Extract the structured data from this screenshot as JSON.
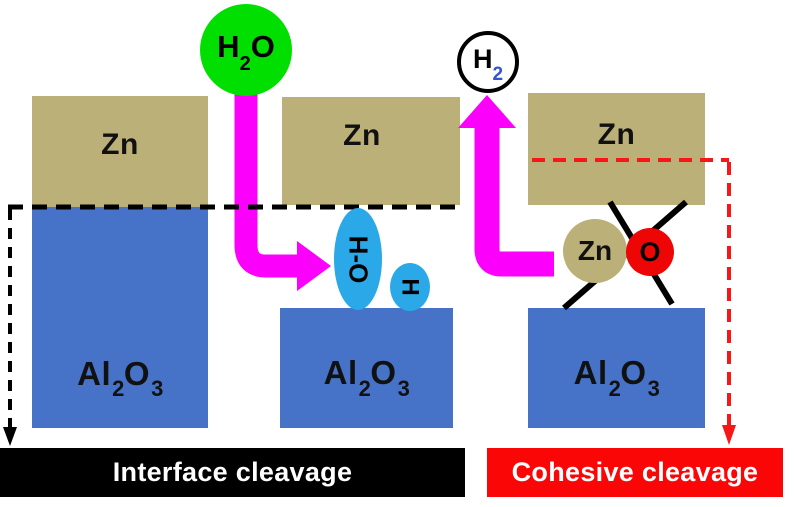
{
  "colors": {
    "zn_block": "#BCB079",
    "al2o3_block": "#4673C8",
    "water_green": "#00DF00",
    "fragment_blue": "#2BA8E8",
    "arrow_magenta": "#FB00FB",
    "o_atom_red": "#EE0505",
    "bar_black": "#000000",
    "bar_red": "#FB0606",
    "caption_text": "#FFFFFF",
    "h2_sub_blue": "#3355CC",
    "dash_black": "#000000",
    "dash_red": "#F81616",
    "bond_black": "#000000"
  },
  "blocks": {
    "zn": "Zn",
    "al2o3": {
      "al": "Al",
      "sub2": "2",
      "o": "O",
      "sub3": "3"
    }
  },
  "molecules": {
    "h2o": {
      "h": "H",
      "sub": "2",
      "o": "O"
    },
    "h2": {
      "h": "H",
      "sub": "2"
    },
    "oh_fragment": "H-O",
    "h_fragment": "H"
  },
  "atoms": {
    "zn": "Zn",
    "o": "O"
  },
  "captions": {
    "interface": "Interface cleavage",
    "cohesive": "Cohesive cleavage"
  }
}
